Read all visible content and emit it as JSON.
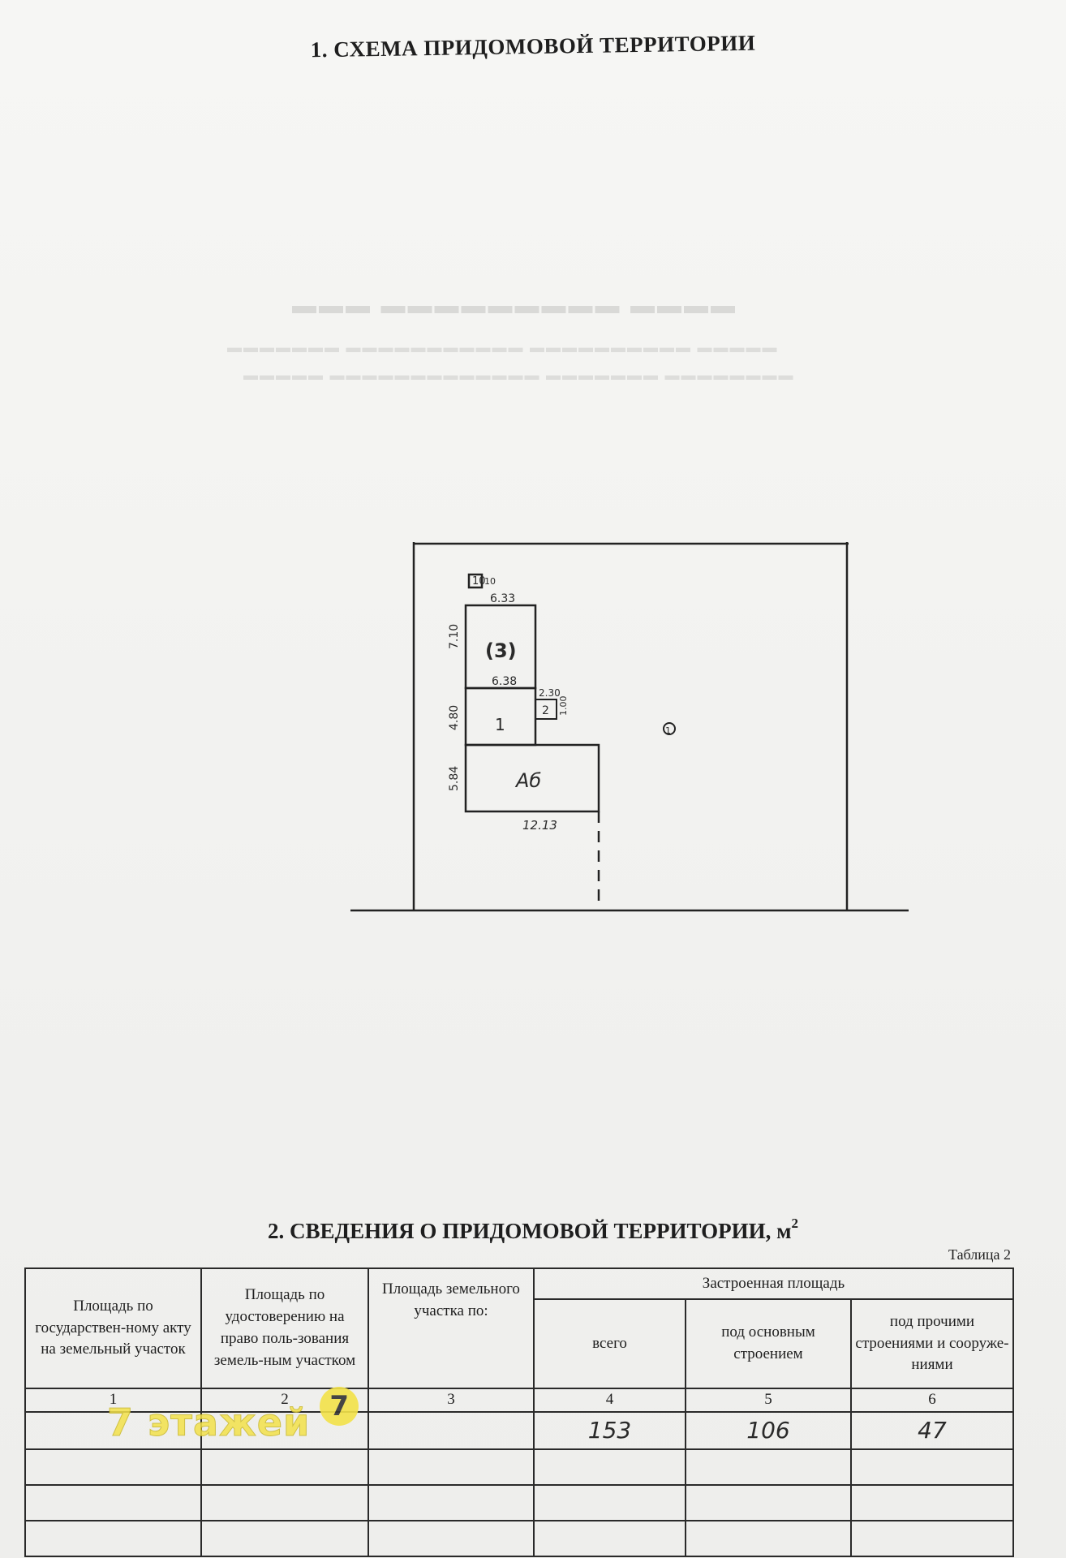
{
  "section1": {
    "title": "1. СХЕМА ПРИДОМОВОЙ ТЕРРИТОРИИ"
  },
  "scheme": {
    "labels": {
      "marker_top": "10",
      "marker_side": "10",
      "room3_width": "6.33",
      "room3_height": "7.10",
      "room3_label": "(3)",
      "room1_width": "6.38",
      "room1_height": "4.80",
      "room1_label": "1",
      "room2_width": "2.30",
      "room2_height": "1.00",
      "room2_label": "2",
      "roomA_height": "5.84",
      "roomA_width": "12.13",
      "roomA_label": "Аб",
      "plot_label": "1"
    }
  },
  "section2": {
    "title": "2. СВЕДЕНИЯ О ПРИДОМОВОЙ ТЕРРИТОРИИ, м",
    "title_sup": "2",
    "table_caption": "Таблица 2"
  },
  "table": {
    "col1": "Площадь по государствен-ному акту на земельный участок",
    "col2": "Площадь по удостоверению на право поль-зования земель-ным участком",
    "col3": "Площадь земельного участка по:",
    "group": "Застроенная площадь",
    "col4": "всего",
    "col5": "под основным строением",
    "col6": "под прочими строениями и сооруже-ниями",
    "numbers": [
      "1",
      "2",
      "3",
      "4",
      "5",
      "6"
    ],
    "values": {
      "total": "153",
      "main": "106",
      "other": "47"
    }
  },
  "watermark": {
    "text": "7 этажей",
    "logo": "7"
  },
  "colors": {
    "watermark": "#f3e24a",
    "ink": "#2a2a2a"
  }
}
